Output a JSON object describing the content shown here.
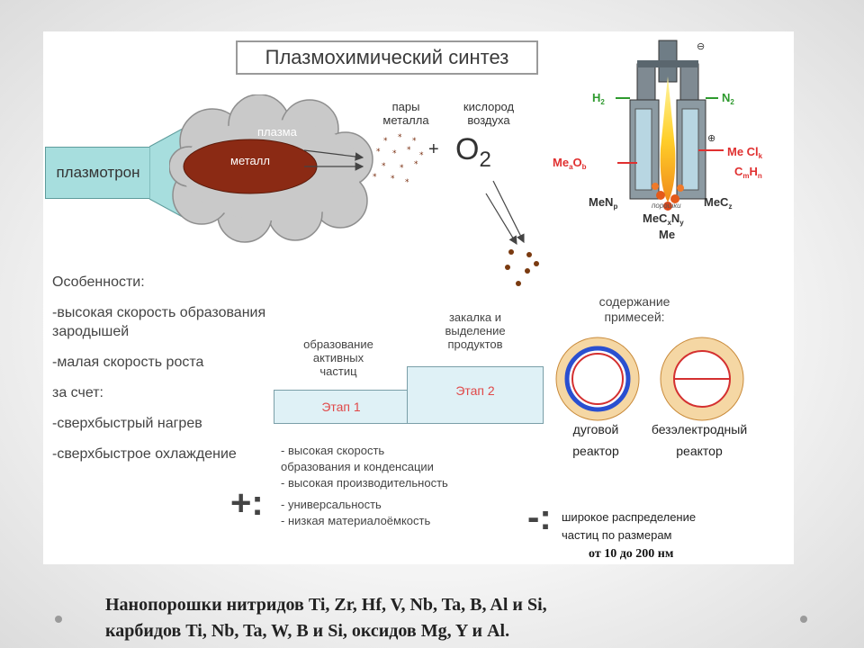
{
  "title": "Плазмохимический синтез",
  "plasmatron_label": "плазмотрон",
  "plasma_label": "плазма",
  "metal_label": "металл",
  "metal_vapor_label": [
    "пары",
    "металла"
  ],
  "oxygen_label": [
    "кислород",
    "воздуха"
  ],
  "plus_sign": "+",
  "oxygen_formula": {
    "base": "O",
    "sub": "2"
  },
  "reactor": {
    "h2": {
      "base": "H",
      "sub": "2"
    },
    "n2": {
      "base": "N",
      "sub": "2"
    },
    "minus_pole": "⊖",
    "plus_pole": "⊕",
    "meaob": {
      "me": "Me",
      "sa": "a",
      "o": "O",
      "sb": "b"
    },
    "mecl": {
      "base": "Me Cl",
      "sub": "k"
    },
    "cmhn": {
      "c": "C",
      "sm": "m",
      "h": "H",
      "sn": "n"
    },
    "powders_label": "порошки",
    "menp": {
      "base": "MeN",
      "sub": "p"
    },
    "mecz": {
      "base": "MeC",
      "sub": "z"
    },
    "mecxny": {
      "me": "MeC",
      "sx": "x",
      "n": "N",
      "sy": "y"
    },
    "me": "Me"
  },
  "features": {
    "heading": "Особенности:",
    "items": [
      "-высокая скорость образования зародышей",
      "-малая скорость роста",
      "за счет:",
      "-сверхбыстрый нагрев",
      "-сверхбыстрое охлаждение"
    ]
  },
  "stage1_caption": [
    "образование",
    "активных",
    "частиц"
  ],
  "stage2_caption": [
    "закалка и",
    "выделение",
    "продуктов"
  ],
  "stage1_label": "Этап 1",
  "stage2_label": "Этап 2",
  "impurity_caption": [
    "содержание",
    "примесей:"
  ],
  "arc_reactor_label": [
    "дуговой",
    "реактор"
  ],
  "electrodeless_reactor_label": [
    "безэлектродный",
    "реактор"
  ],
  "advantages_sign": "+:",
  "advantages": [
    "- высокая скорость",
    "образования и конденсации",
    "- высокая производительность",
    "- универсальность",
    "- низкая материалоёмкость"
  ],
  "disadvantages_sign": "-:",
  "disadvantages": [
    "широкое распределение",
    "частиц по размерам"
  ],
  "size_range": "от 10 до 200 нм",
  "footer": [
    "Нанопорошки нитридов Ti, Zr, Hf, V, Nb, Ta, B, Al и Si,",
    "карбидов Ti,  Nb, Ta, W, B и Si, оксидов Mg, Y и Al."
  ],
  "colors": {
    "plasmatron_fill": "#a7dede",
    "cloud_fill": "#c9c9c9",
    "metal_fill": "#8b2a14",
    "stage_fill": "#dff1f6",
    "stage_text": "#e04848",
    "ring_orange": "#f5d7a4",
    "ring_blue": "#2a4fd0",
    "ring_red": "#d43030",
    "reactor_label_green": "#2e9a2e",
    "reactor_label_red": "#e03030"
  }
}
